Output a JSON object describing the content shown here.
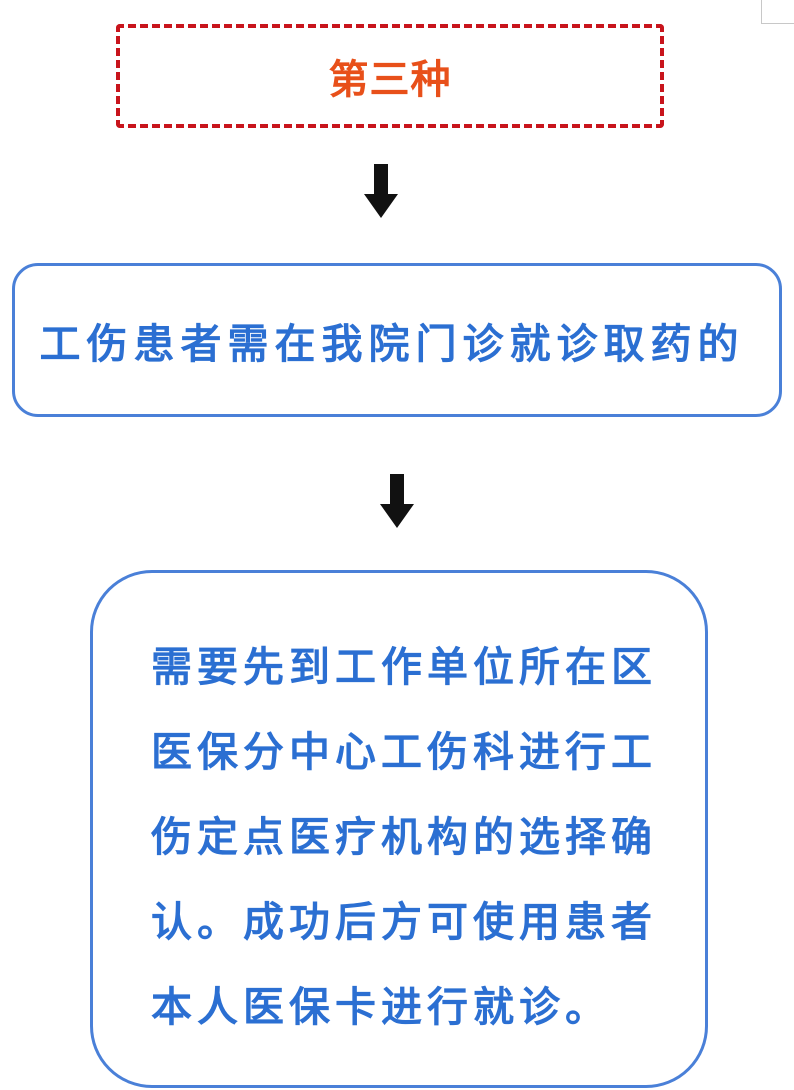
{
  "title": "第三种",
  "step1": "工伤患者需在我院门诊就诊取药的",
  "step2": "需要先到工作单位所在区医保分中心工伤科进行工伤定点医疗机构的选择确认。成功后方可使用患者本人医保卡进行就诊。",
  "colors": {
    "title": "#e8501a",
    "dash": "#c8141c",
    "text": "#2b6fd2",
    "border": "#4a80d8"
  }
}
